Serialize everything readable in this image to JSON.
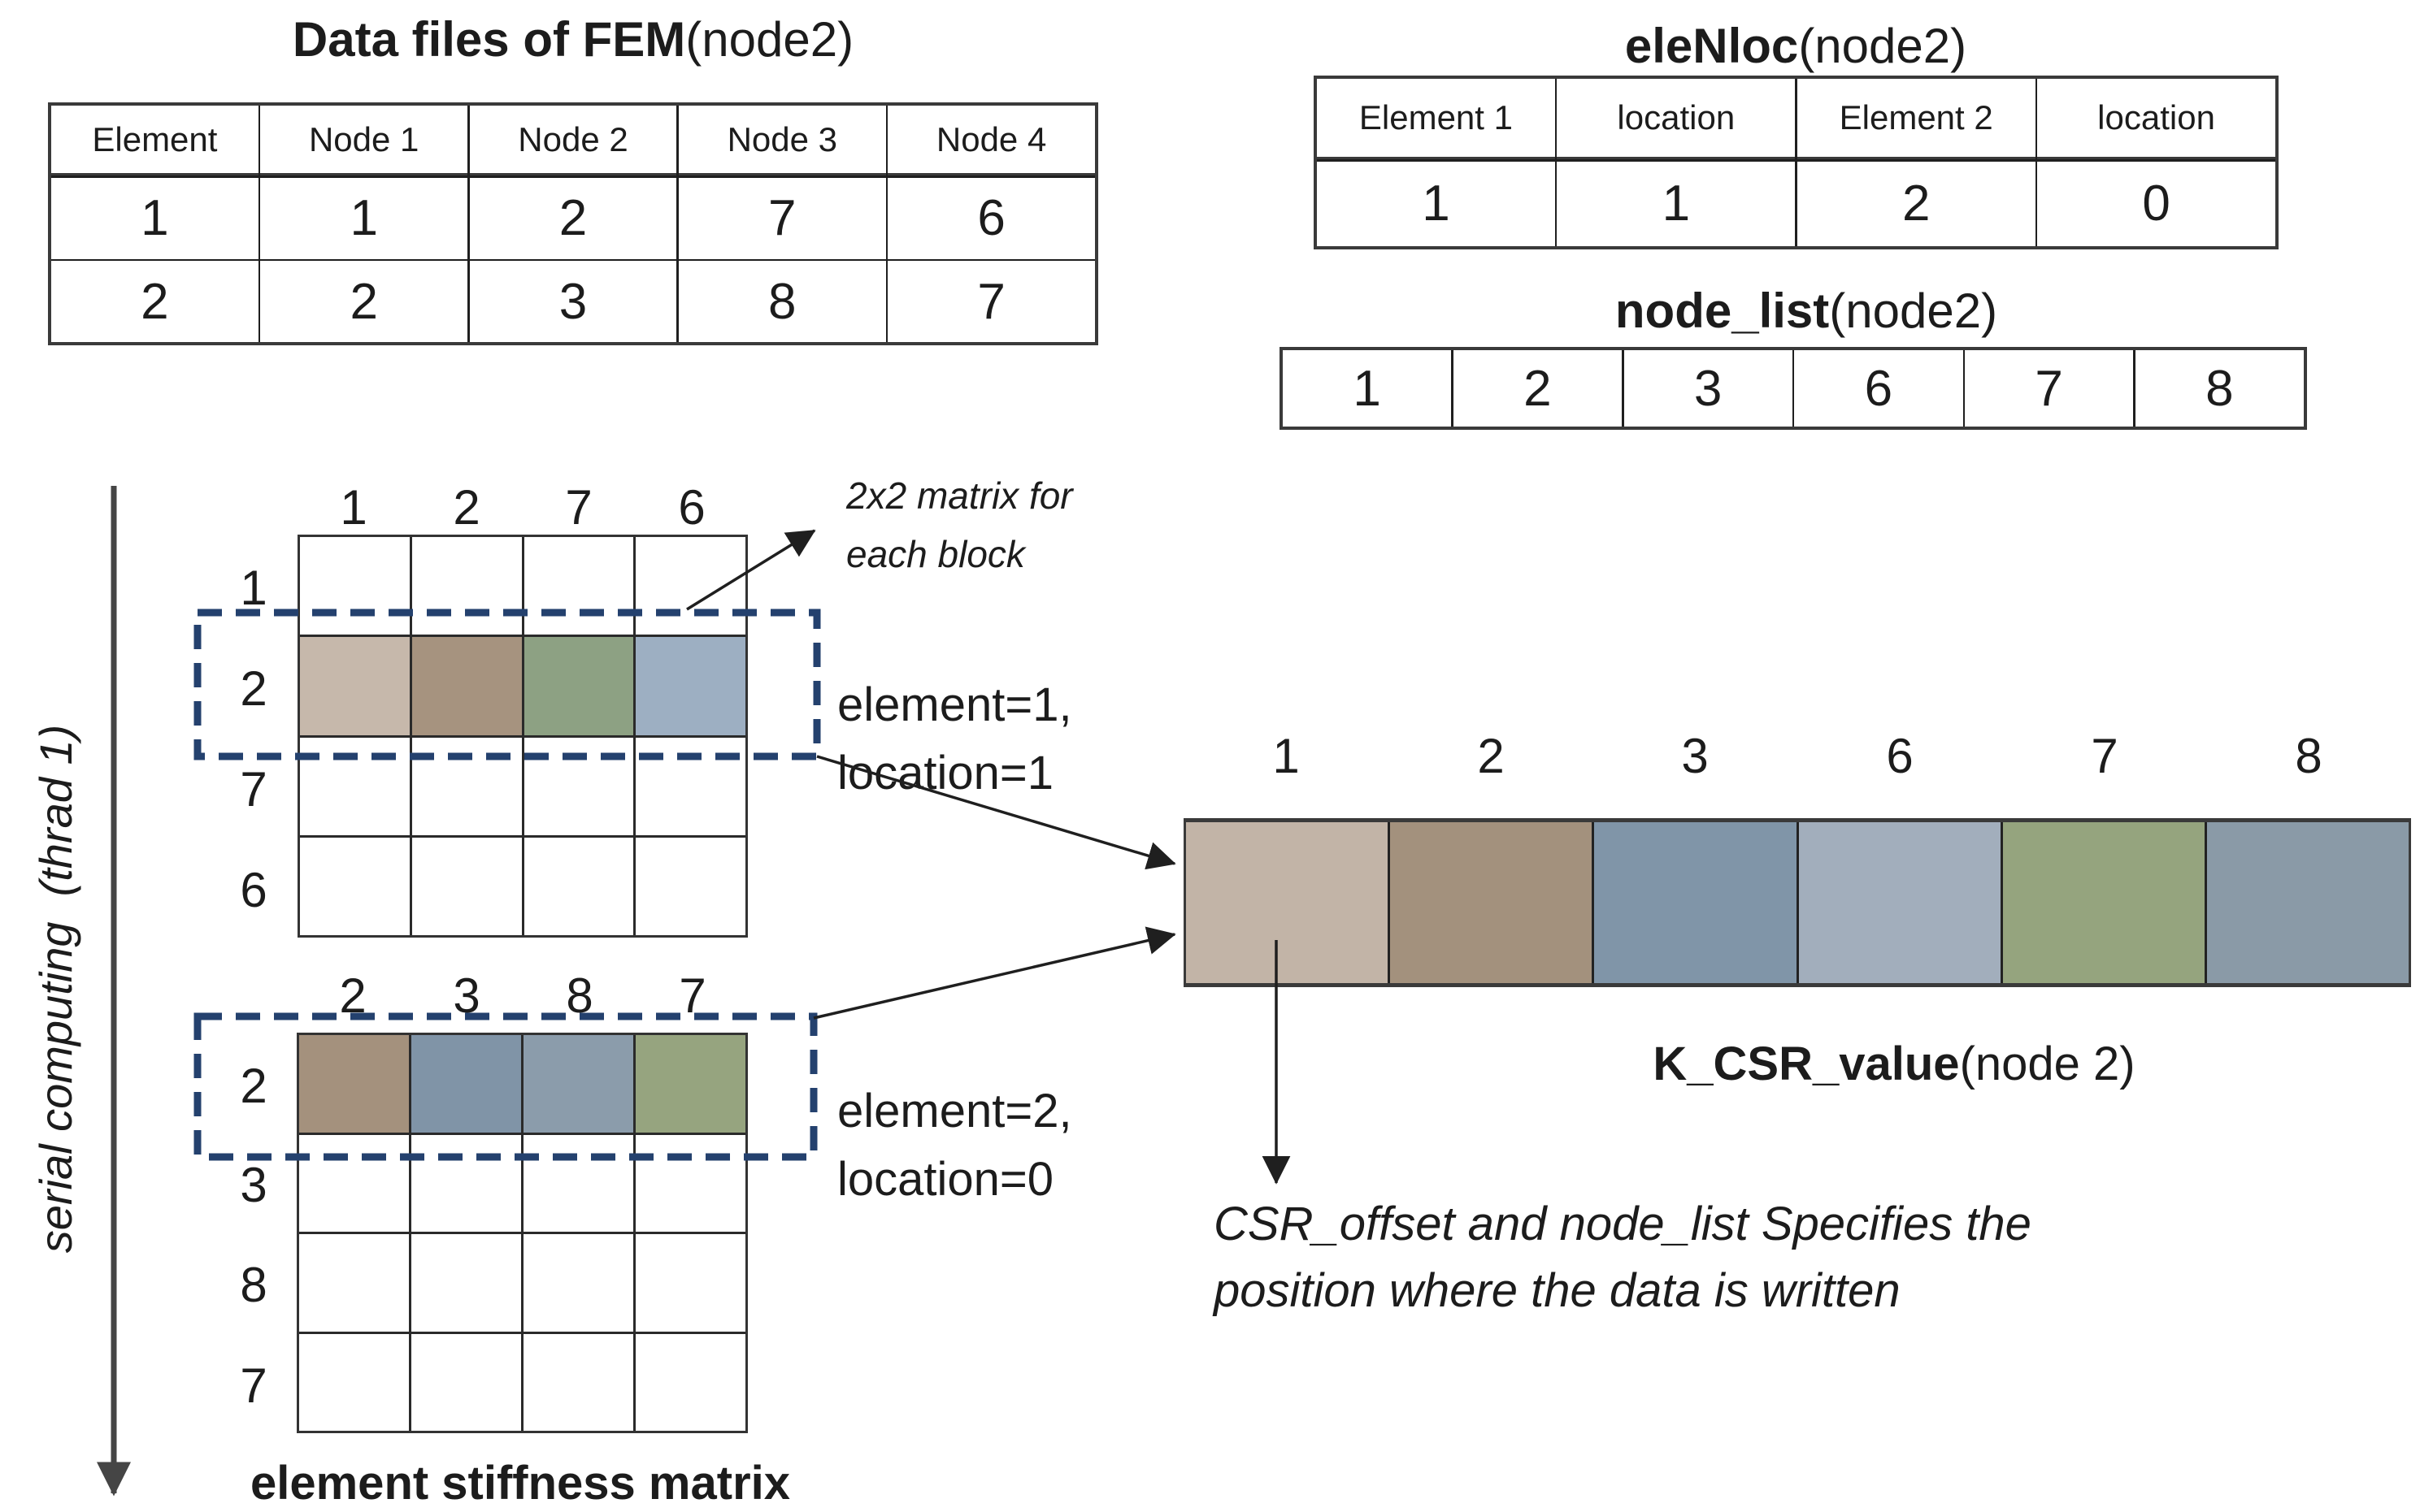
{
  "fem": {
    "title_bold": "Data files of FEM",
    "title_normal": "(node2)",
    "headers": [
      "Element",
      "Node 1",
      "Node 2",
      "Node 3",
      "Node 4"
    ],
    "rows": [
      [
        "1",
        "1",
        "2",
        "7",
        "6"
      ],
      [
        "2",
        "2",
        "3",
        "8",
        "7"
      ]
    ]
  },
  "elenloc": {
    "title_bold": "eleNloc",
    "title_normal": "(node2)",
    "headers": [
      "Element 1",
      "location",
      "Element 2",
      "location"
    ],
    "row": [
      "1",
      "1",
      "2",
      "0"
    ]
  },
  "node_list": {
    "title_bold": "node_list",
    "title_normal": "(node2)",
    "values": [
      "1",
      "2",
      "3",
      "6",
      "7",
      "8"
    ]
  },
  "matrix1": {
    "col_labels": [
      "1",
      "2",
      "7",
      "6"
    ],
    "row_labels": [
      "1",
      "2",
      "7",
      "6"
    ],
    "colored_row": 2,
    "colors": [
      "#c6b8ab",
      "#a6937f",
      "#8da183",
      "#9dafc2"
    ],
    "note_line1": "element=1,",
    "note_line2": "location=1"
  },
  "matrix2": {
    "col_labels": [
      "2",
      "3",
      "8",
      "7"
    ],
    "row_labels": [
      "2",
      "3",
      "8",
      "7"
    ],
    "colored_row": 1,
    "colors": [
      "#a4917d",
      "#8094a7",
      "#8b9cab",
      "#96a47f"
    ],
    "note_line1": "element=2,",
    "note_line2": "location=0",
    "caption": "element stiffness matrix"
  },
  "k_csr": {
    "labels": [
      "1",
      "2",
      "3",
      "6",
      "7",
      "8"
    ],
    "colors": [
      "#c2b4a7",
      "#a3917d",
      "#8095a8",
      "#a2aebc",
      "#95a47e",
      "#8a9aa7"
    ],
    "title_bold": "K_CSR_value",
    "title_normal": "(node 2)"
  },
  "annotations": {
    "block_note_line1": "2x2 matrix for",
    "block_note_line2": "each block",
    "csr_note_line1": "CSR_offset and node_list Specifies the",
    "csr_note_line2": "position where the data is written",
    "serial_label": "serial computing  (thrad 1)"
  },
  "colors": {
    "dashed_box": "#24416e",
    "arrow": "#1f1f1f",
    "serial_arrow": "#454545"
  }
}
